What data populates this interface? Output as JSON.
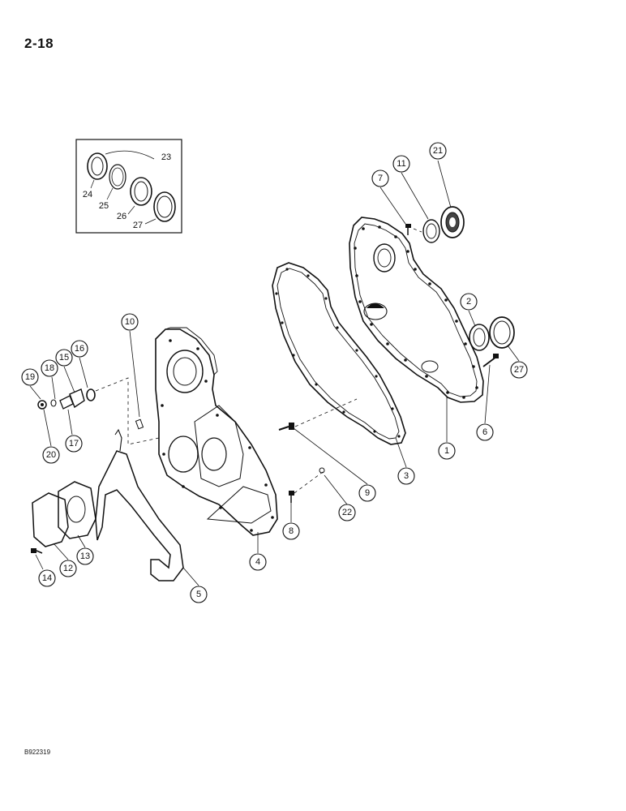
{
  "page": {
    "number": "2-18",
    "figure_id": "B922319"
  },
  "inset": {
    "group_label": "23",
    "labels": [
      "24",
      "25",
      "26",
      "27"
    ]
  },
  "callouts": {
    "c1": "1",
    "c2": "2",
    "c3": "3",
    "c4": "4",
    "c5": "5",
    "c6": "6",
    "c7": "7",
    "c8": "8",
    "c9": "9",
    "c10": "10",
    "c11": "11",
    "c12": "12",
    "c13": "13",
    "c14": "14",
    "c15": "15",
    "c16": "16",
    "c17": "17",
    "c18": "18",
    "c19": "19",
    "c20": "20",
    "c21": "21",
    "c22": "22",
    "c27": "27"
  }
}
